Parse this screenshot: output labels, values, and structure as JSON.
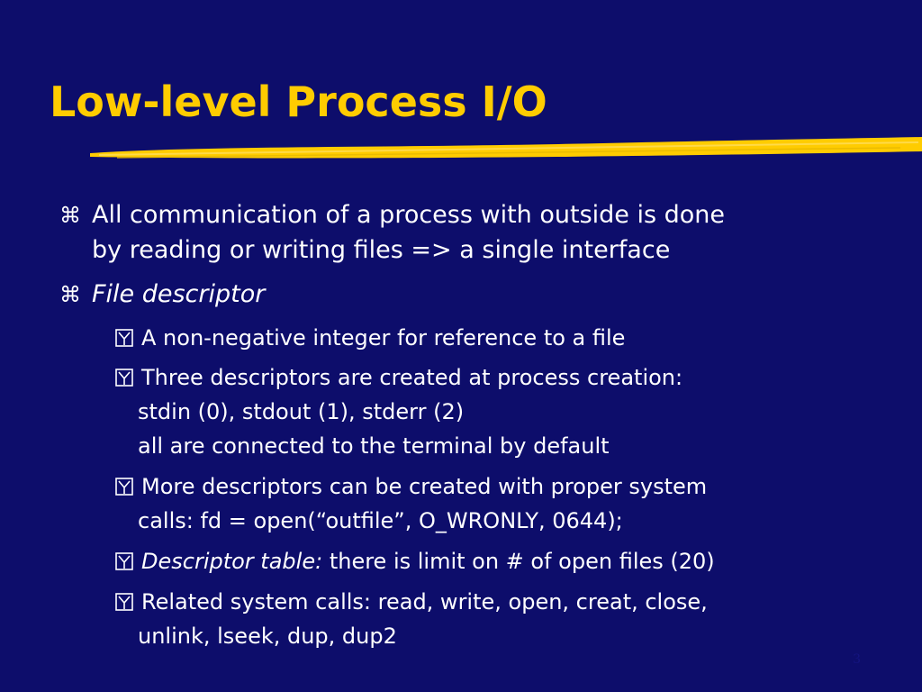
{
  "slide": {
    "title": "Low-level Process I/O",
    "page_number": "3",
    "bullet_l1_glyph": "⌘",
    "bullets": [
      {
        "lines": [
          "All communication of a process with outside is done",
          "by reading or writing files => a single interface"
        ]
      },
      {
        "lines": [
          "File descriptor"
        ]
      }
    ],
    "sub_bullets": [
      {
        "lines": [
          "A non-negative integer for reference to a file"
        ]
      },
      {
        "lines": [
          "Three descriptors are created at process creation:",
          "stdin (0), stdout (1), stderr (2)",
          "all are connected to the terminal by default"
        ]
      },
      {
        "lines": [
          "More descriptors can be created with proper system",
          "calls: fd = open(“outfile”, O_WRONLY, 0644);"
        ]
      },
      {
        "italic_prefix": "Descriptor table:",
        "rest": " there is limit on # of open files (20)"
      },
      {
        "lines": [
          "Related system calls: read, write, open, creat, close,",
          "unlink, lseek, dup, dup2"
        ]
      }
    ],
    "colors": {
      "background": "#0d0d6b",
      "title": "#ffcc00",
      "text": "#ffffff",
      "accent_stroke": "#ffcc00"
    }
  }
}
